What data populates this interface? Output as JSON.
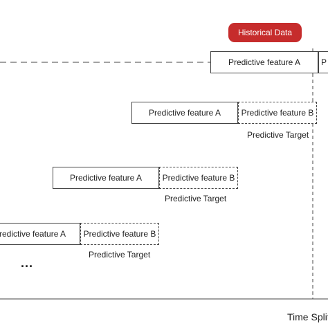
{
  "historical_data": {
    "label": "Historical Data",
    "color": "#c62c2c"
  },
  "rows": [
    {
      "feature_a": "Predictive feature A",
      "feature_b": "P"
    },
    {
      "feature_a": "Predictive feature A",
      "feature_b": "Predictive feature B",
      "target": "Predictive Target"
    },
    {
      "feature_a": "Predictive feature A",
      "feature_b": "Predictive feature B",
      "target": "Predictive Target"
    },
    {
      "feature_a": "redictive feature A",
      "feature_b": "Predictive feature B",
      "target": "Predictive Target"
    }
  ],
  "ellipsis": "...",
  "time_axis_label": "Time Split"
}
